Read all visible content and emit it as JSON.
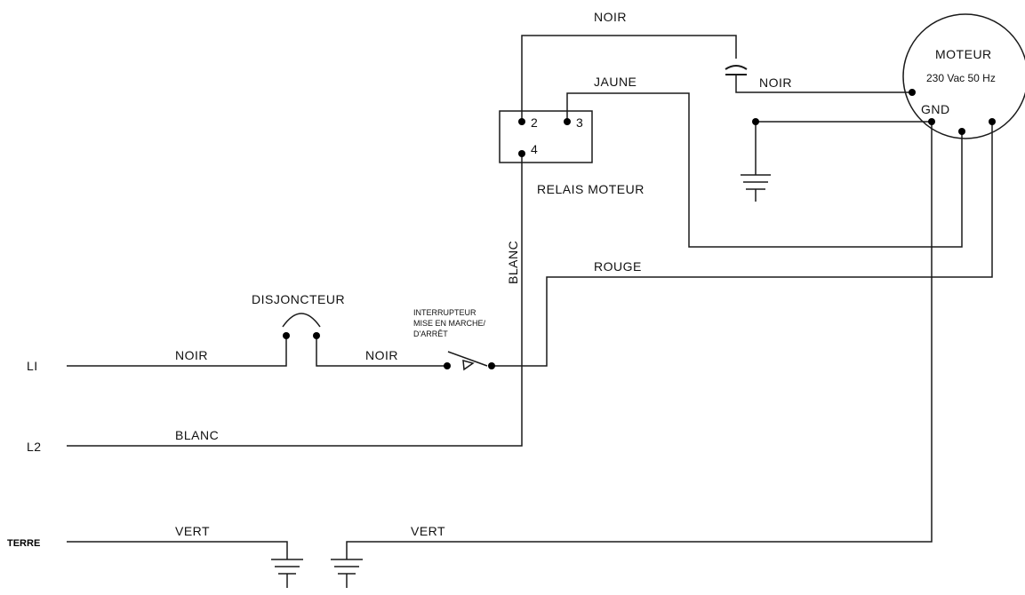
{
  "labels": {
    "l1": "LI",
    "l2": "L2",
    "terre": "TERRE",
    "noir_l1": "NOIR",
    "noir_switch": "NOIR",
    "noir_top": "NOIR",
    "noir_motor": "NOIR",
    "blanc_l2": "BLANC",
    "blanc_vertical": "BLANC",
    "vert_left": "VERT",
    "vert_right": "VERT",
    "jaune": "JAUNE",
    "rouge": "ROUGE",
    "disjoncteur": "DISJONCTEUR",
    "interrupteur_1": "INTERRUPTEUR",
    "interrupteur_2": "MISE EN MARCHE/",
    "interrupteur_3": "D'ARRÊT",
    "relais_moteur": "RELAIS MOTEUR",
    "relay_pin_2": "2",
    "relay_pin_3": "3",
    "relay_pin_4": "4",
    "moteur": "MOTEUR",
    "moteur_spec": "230 Vac 50 Hz",
    "gnd": "GND"
  }
}
